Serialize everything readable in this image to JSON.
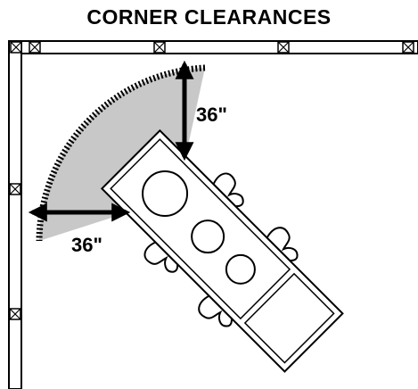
{
  "title": "CORNER CLEARANCES",
  "clearances": {
    "top_label": "36\"",
    "left_label": "36\""
  },
  "colors": {
    "clearance_zone": "#c8c8c8",
    "line": "#000000",
    "background": "#ffffff"
  }
}
